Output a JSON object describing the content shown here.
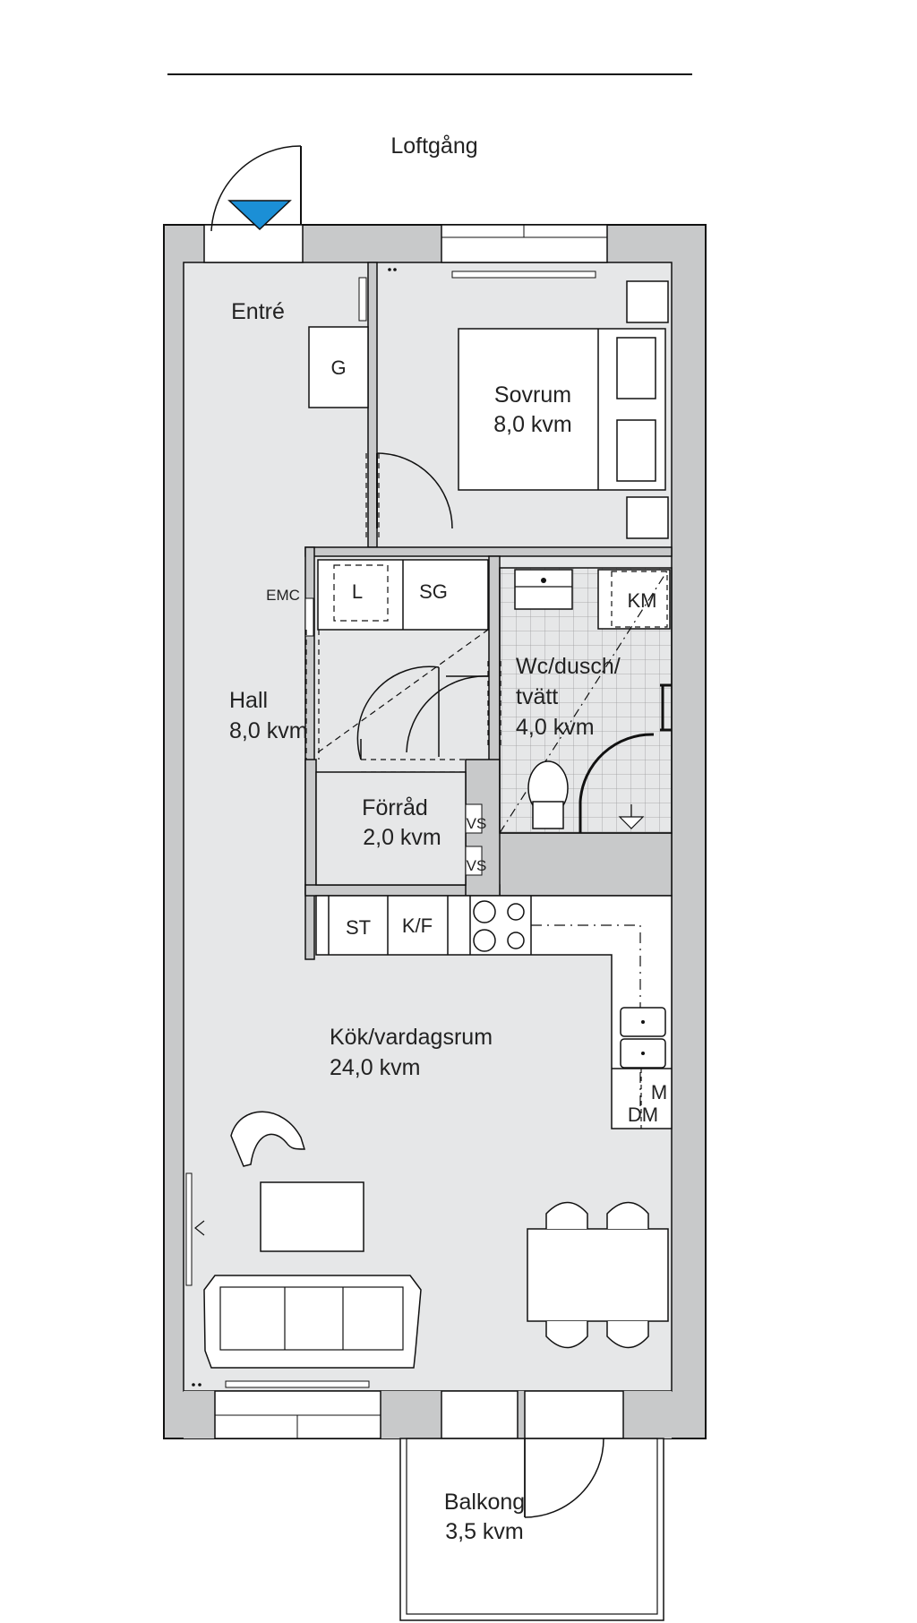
{
  "corridor": {
    "label": "Loftgång"
  },
  "rooms": {
    "entre": {
      "name": "Entré"
    },
    "sovrum": {
      "name": "Sovrum",
      "area": "8,0 kvm"
    },
    "hall": {
      "name": "Hall",
      "area": "8,0 kvm"
    },
    "wc": {
      "name": "Wc/dusch/",
      "name2": "tvätt",
      "area": "4,0 kvm"
    },
    "forrad": {
      "name": "Förråd",
      "area": "2,0 kvm"
    },
    "kok": {
      "name": "Kök/vardagsrum",
      "area": "24,0 kvm"
    },
    "balkong": {
      "name": "Balkong",
      "area": "3,5 kvm"
    }
  },
  "fixtures": {
    "g": "G",
    "emc": "EMC",
    "l": "L",
    "sg": "SG",
    "km": "KM",
    "vs1": "VS",
    "vs2": "VS",
    "st": "ST",
    "kf": "K/F",
    "m": "M",
    "dm": "DM"
  },
  "colors": {
    "wall": "#c8c9ca",
    "floor": "#e6e7e8",
    "line": "#1a1a1a",
    "entry_marker": "#1b8fd6"
  }
}
